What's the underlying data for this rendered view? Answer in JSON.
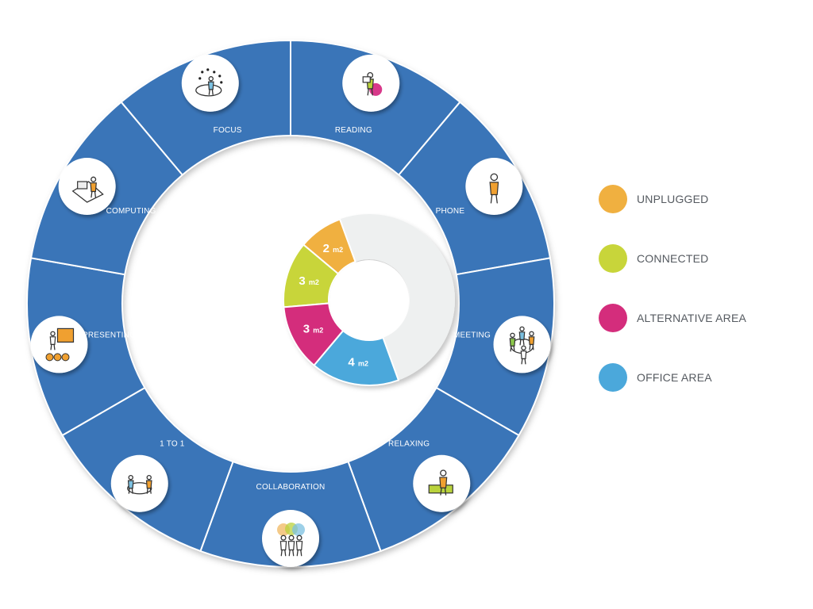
{
  "wheel": {
    "segments": [
      {
        "label": "FOCUS",
        "icon": "focus-icon"
      },
      {
        "label": "READING",
        "icon": "reading-icon"
      },
      {
        "label": "PHONE",
        "icon": "phone-icon"
      },
      {
        "label": "MEETING",
        "icon": "meeting-icon"
      },
      {
        "label": "RELAXING",
        "icon": "relaxing-icon"
      },
      {
        "label": "COLLABORATION",
        "icon": "collaboration-icon"
      },
      {
        "label": "1 TO 1",
        "icon": "one-to-one-icon"
      },
      {
        "label": "PRESENTING",
        "icon": "presenting-icon"
      },
      {
        "label": "COMPUTING",
        "icon": "computing-icon"
      }
    ],
    "colors": {
      "ring": "#3a75b8",
      "divider": "#ffffff"
    }
  },
  "chart_data": {
    "type": "pie",
    "slices": [
      {
        "category": "UNPLUGGED",
        "value": 2,
        "label_value": "2",
        "label_unit": "m2",
        "color": "#f0b040"
      },
      {
        "category": "CONNECTED",
        "value": 3,
        "label_value": "3",
        "label_unit": "m2",
        "color": "#c8d53a"
      },
      {
        "category": "ALTERNATIVE AREA",
        "value": 3,
        "label_value": "3",
        "label_unit": "m2",
        "color": "#d42d7c"
      },
      {
        "category": "OFFICE AREA",
        "value": 4,
        "label_value": "4",
        "label_unit": "m2",
        "color": "#4ba8db"
      }
    ],
    "remainder_color": "#eef0f0"
  },
  "legend": {
    "items": [
      {
        "label": "UNPLUGGED",
        "color": "#f0b040"
      },
      {
        "label": "CONNECTED",
        "color": "#c8d53a"
      },
      {
        "label": "ALTERNATIVE AREA",
        "color": "#d42d7c"
      },
      {
        "label": "OFFICE AREA",
        "color": "#4ba8db"
      }
    ]
  }
}
